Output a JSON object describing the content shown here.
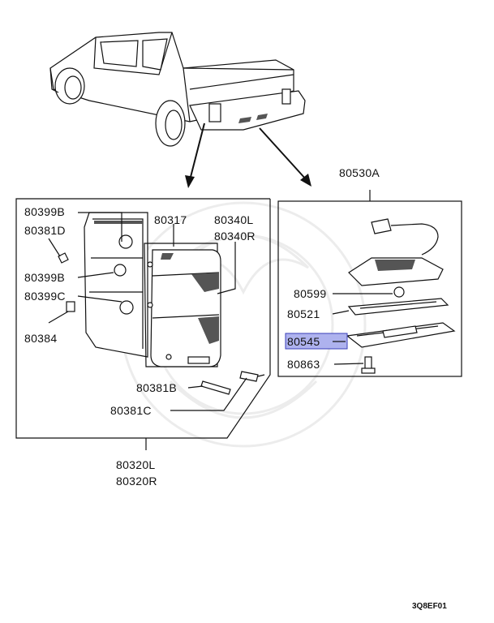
{
  "diagram": {
    "code": "3Q8EF01",
    "highlight_color": "#aeb2ee",
    "left_group": {
      "labels": {
        "p80399b_top": "80399B",
        "p80381d": "80381D",
        "p80399b_mid": "80399B",
        "p80399c": "80399C",
        "p80384": "80384",
        "p80317": "80317",
        "p80340l": "80340L",
        "p80340r": "80340R",
        "p80381b": "80381B",
        "p80381c": "80381C",
        "p80320l": "80320L",
        "p80320r": "80320R"
      }
    },
    "right_group": {
      "labels": {
        "p80530a": "80530A",
        "p80599": "80599",
        "p80521": "80521",
        "p80545": "80545",
        "p80863": "80863"
      },
      "highlighted_part": "80545"
    }
  }
}
